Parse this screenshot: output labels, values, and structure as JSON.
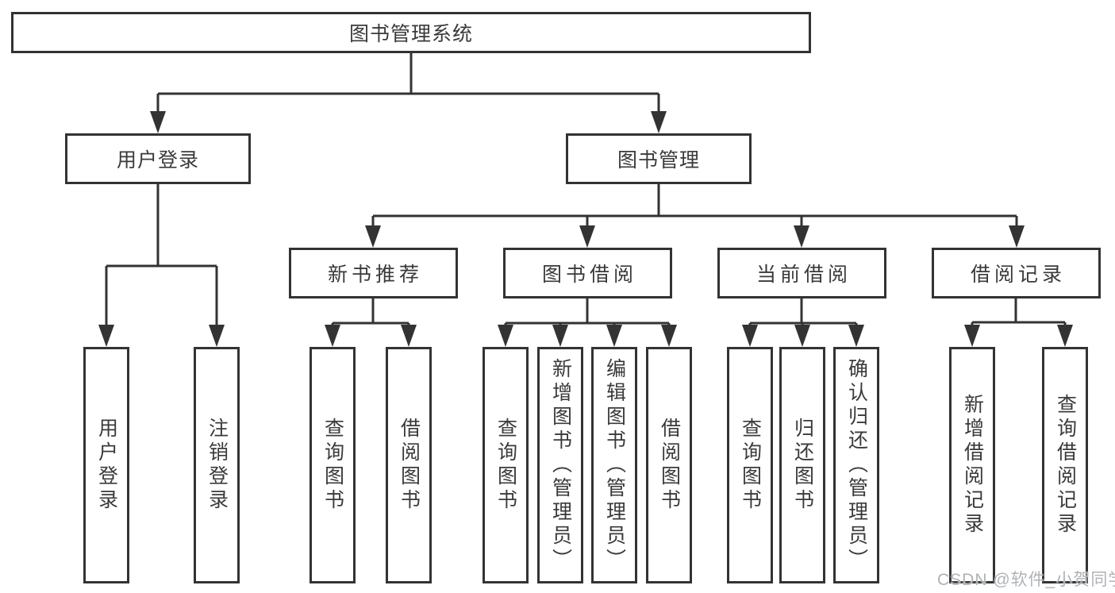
{
  "diagram": {
    "title": "图书管理系统",
    "tree": {
      "root": {
        "label": "图书管理系统"
      },
      "children": [
        {
          "label": "用户登录",
          "children": [
            {
              "label": "用户登录"
            },
            {
              "label": "注销登录"
            }
          ]
        },
        {
          "label": "图书管理",
          "children": [
            {
              "label": "新书推荐",
              "children": [
                {
                  "label": "查询图书"
                },
                {
                  "label": "借阅图书"
                }
              ]
            },
            {
              "label": "图书借阅",
              "children": [
                {
                  "label": "查询图书"
                },
                {
                  "label": "新增图书（管理员）"
                },
                {
                  "label": "编辑图书（管理员）"
                },
                {
                  "label": "借阅图书"
                }
              ]
            },
            {
              "label": "当前借阅",
              "children": [
                {
                  "label": "查询图书"
                },
                {
                  "label": "归还图书"
                },
                {
                  "label": "确认归还（管理员）"
                }
              ]
            },
            {
              "label": "借阅记录",
              "children": [
                {
                  "label": "新增借阅记录"
                },
                {
                  "label": "查询借阅记录"
                }
              ]
            }
          ]
        }
      ]
    }
  },
  "watermark": {
    "text": "CSDN @软件_小贺同学"
  },
  "colors": {
    "line": "#333333",
    "box_border": "#333333",
    "box_background": "#ffffff",
    "text": "#3a3a3a",
    "watermark": "#aeb3b8",
    "background": "#ffffff"
  }
}
